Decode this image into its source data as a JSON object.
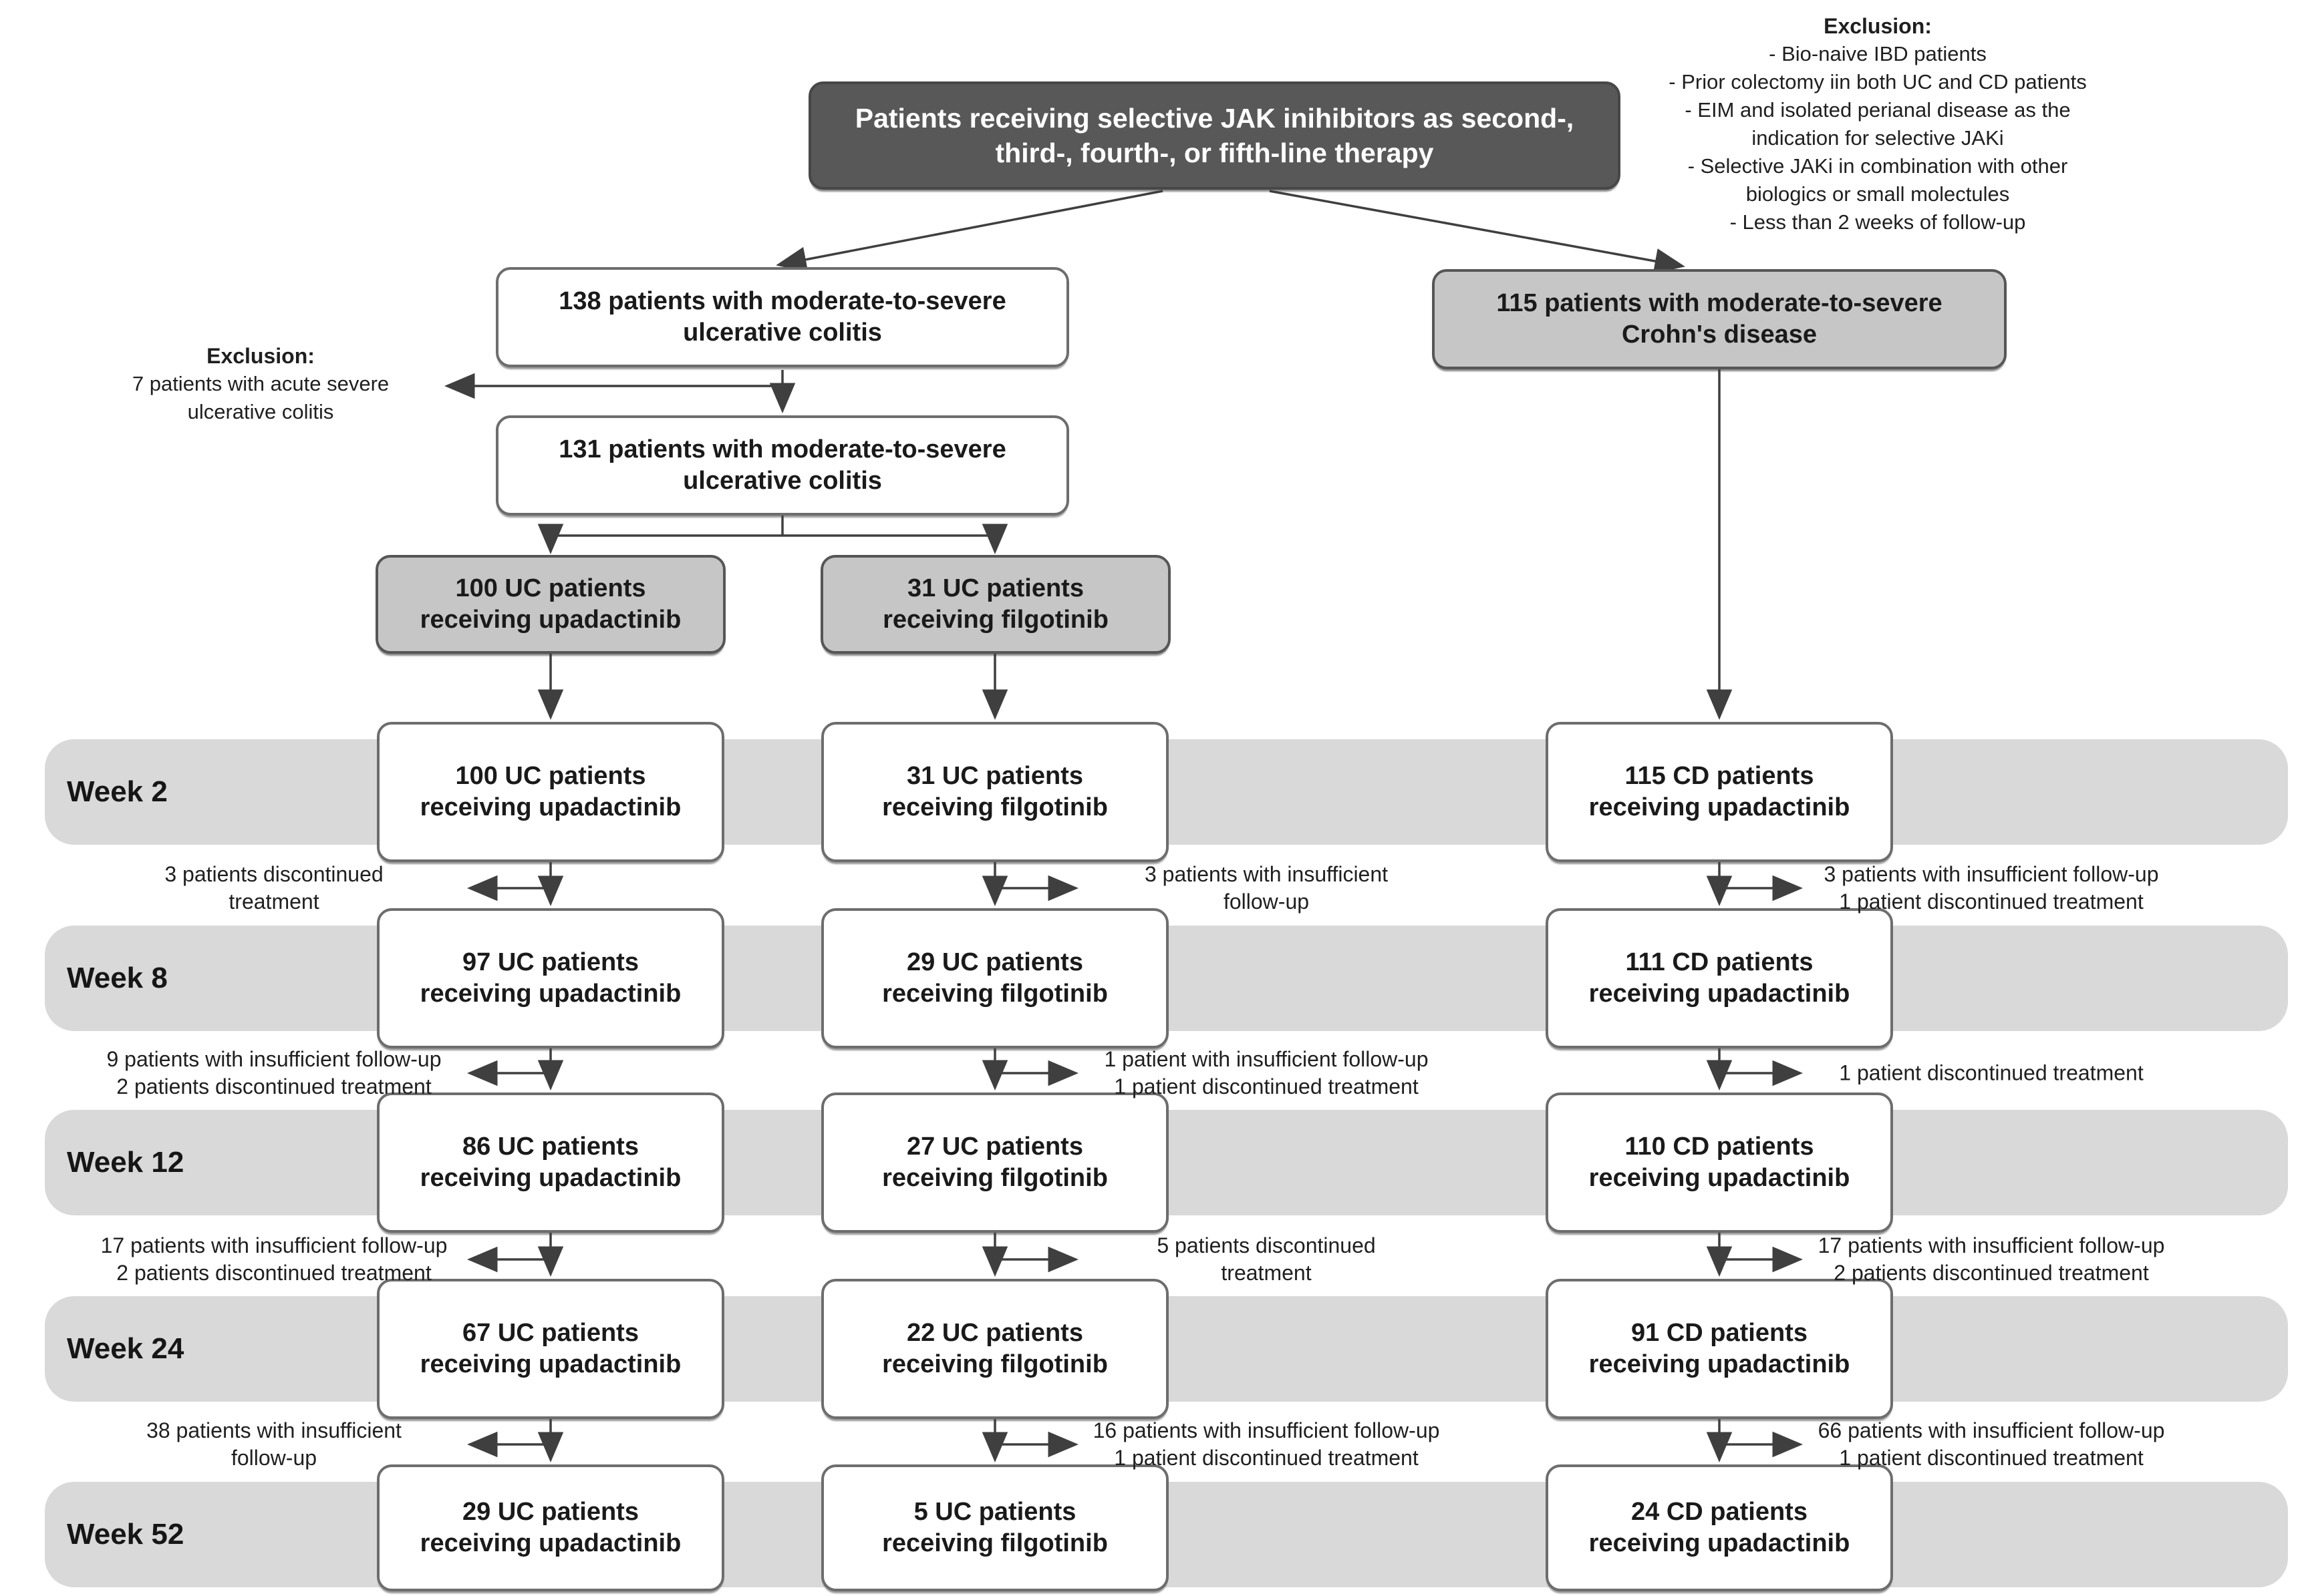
{
  "colors": {
    "dark_box": "#585858",
    "gray_box": "#c6c6c6",
    "white_box": "#ffffff",
    "band": "#d9d9d9",
    "line": "#3f3f3f"
  },
  "title": "Patients receiving selective JAK inihibitors as second-,\nthird-, fourth-, or fifth-line therapy",
  "exclusion_right": {
    "heading": "Exclusion:",
    "items": "- Bio-naive IBD patients\n- Prior colectomy iin both UC and CD patients\n- EIM and isolated perianal disease as the\nindication for selective JAKi\n- Selective JAKi in combination with other\nbiologics or small molectules\n- Less than 2 weeks of follow-up"
  },
  "exclusion_left": {
    "heading": "Exclusion:",
    "items": "7 patients with acute severe\nulcerative colitis"
  },
  "top_boxes": {
    "uc_138": "138 patients with moderate-to-severe\nulcerative colitis",
    "uc_131": "131 patients with moderate-to-severe\nulcerative colitis",
    "uc_upadacitinib_arm": "100 UC patients\nreceiving upadactinib",
    "uc_filgotinib_arm": "31 UC patients\nreceiving filgotinib",
    "cd_115": "115 patients with moderate-to-severe\nCrohn's disease"
  },
  "rows": [
    {
      "label": "Week 2",
      "boxes": [
        "100 UC patients\nreceiving upadactinib",
        "31 UC patients\nreceiving filgotinib",
        "115 CD patients\nreceiving upadactinib"
      ]
    },
    {
      "label": "Week 8",
      "boxes": [
        "97 UC patients\nreceiving upadactinib",
        "29 UC patients\nreceiving filgotinib",
        "111 CD patients\nreceiving upadactinib"
      ]
    },
    {
      "label": "Week 12",
      "boxes": [
        "86 UC patients\nreceiving upadactinib",
        "27 UC patients\nreceiving filgotinib",
        "110 CD patients\nreceiving upadactinib"
      ]
    },
    {
      "label": "Week 24",
      "boxes": [
        "67 UC patients\nreceiving upadactinib",
        "22 UC patients\nreceiving filgotinib",
        "91 CD patients\nreceiving upadactinib"
      ]
    },
    {
      "label": "Week 52",
      "boxes": [
        "29 UC patients\nreceiving upadactinib",
        "5 UC patients\nreceiving filgotinib",
        "24 CD patients\nreceiving upadactinib"
      ]
    }
  ],
  "gaps": [
    {
      "left": "3 patients discontinued\ntreatment",
      "mid": "3 patients with insufficient\nfollow-up",
      "right": "3 patients with insufficient follow-up\n1 patient discontinued treatment"
    },
    {
      "left": "9 patients with insufficient follow-up\n2 patients discontinued treatment",
      "mid": "1 patient with insufficient follow-up\n1 patient discontinued treatment",
      "right": "1 patient discontinued treatment"
    },
    {
      "left": "17 patients with insufficient follow-up\n2 patients discontinued treatment",
      "mid": "5 patients discontinued\ntreatment",
      "right": "17 patients with insufficient follow-up\n2 patients discontinued treatment"
    },
    {
      "left": "38 patients with insufficient\nfollow-up",
      "mid": "16 patients with insufficient follow-up\n1 patient discontinued treatment",
      "right": "66 patients with insufficient follow-up\n1 patient discontinued treatment"
    }
  ]
}
